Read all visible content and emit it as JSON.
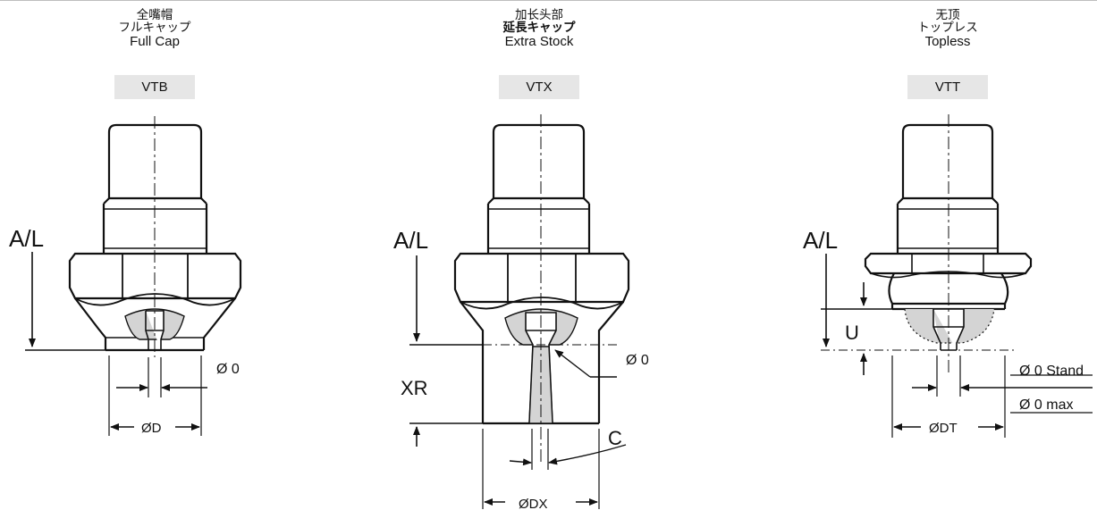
{
  "panels": [
    {
      "cn": "全嘴帽",
      "jp": "フルキャップ",
      "en": "Full Cap",
      "code": "VTB",
      "labels": {
        "al": "A/L",
        "orifice": "Ø 0",
        "diameter": "ØD"
      }
    },
    {
      "cn": "加长头部",
      "jp": "延長キャップ",
      "en": "Extra Stock",
      "code": "VTX",
      "labels": {
        "al": "A/L",
        "orifice": "Ø 0",
        "xr": "XR",
        "c": "C",
        "diameter": "ØDX"
      }
    },
    {
      "cn": "无顶",
      "jp": "トップレス",
      "en": "Topless",
      "code": "VTT",
      "labels": {
        "al": "A/L",
        "u": "U",
        "stand": "Ø 0 Stand",
        "max": "Ø 0 max",
        "diameter": "ØDT"
      }
    }
  ],
  "colors": {
    "fill": "#d4d4d4",
    "line": "#111111",
    "badge": "#e6e6e6"
  }
}
